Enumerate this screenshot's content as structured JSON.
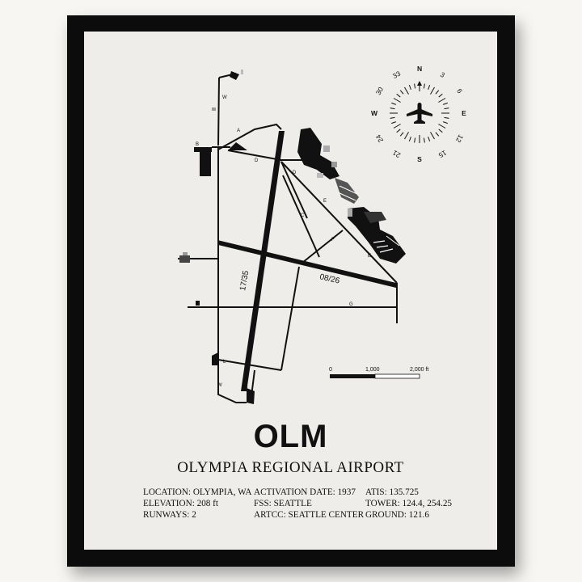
{
  "poster": {
    "code": "OLM",
    "name": "OLYMPIA REGIONAL AIRPORT",
    "info_col1": [
      "LOCATION: OLYMPIA, WA",
      "ELEVATION: 208 ft",
      "RUNWAYS: 2"
    ],
    "info_col2": [
      "ACTIVATION DATE: 1937",
      "FSS: SEATTLE",
      "ARTCC: SEATTLE CENTER"
    ],
    "info_col3": [
      "ATIS: 135.725",
      "TOWER: 124.4, 254.25",
      "GROUND: 121.6"
    ]
  },
  "map": {
    "runways": [
      "17/35",
      "08/26"
    ],
    "taxiways": [
      "W",
      "A",
      "B",
      "D",
      "D",
      "C",
      "E",
      "F",
      "E",
      "G",
      "L",
      "W",
      "F"
    ],
    "scale_labels": [
      "0",
      "1,000",
      "2,000 ft"
    ]
  },
  "compass": {
    "cardinals": [
      "N",
      "E",
      "S",
      "W"
    ],
    "degrees": [
      "3",
      "6",
      "12",
      "15",
      "21",
      "24",
      "30",
      "33"
    ],
    "center_icon": "airplane-icon"
  },
  "colors": {
    "frame": "#0c0c0c",
    "mat": "#efede9",
    "ink": "#111111"
  }
}
